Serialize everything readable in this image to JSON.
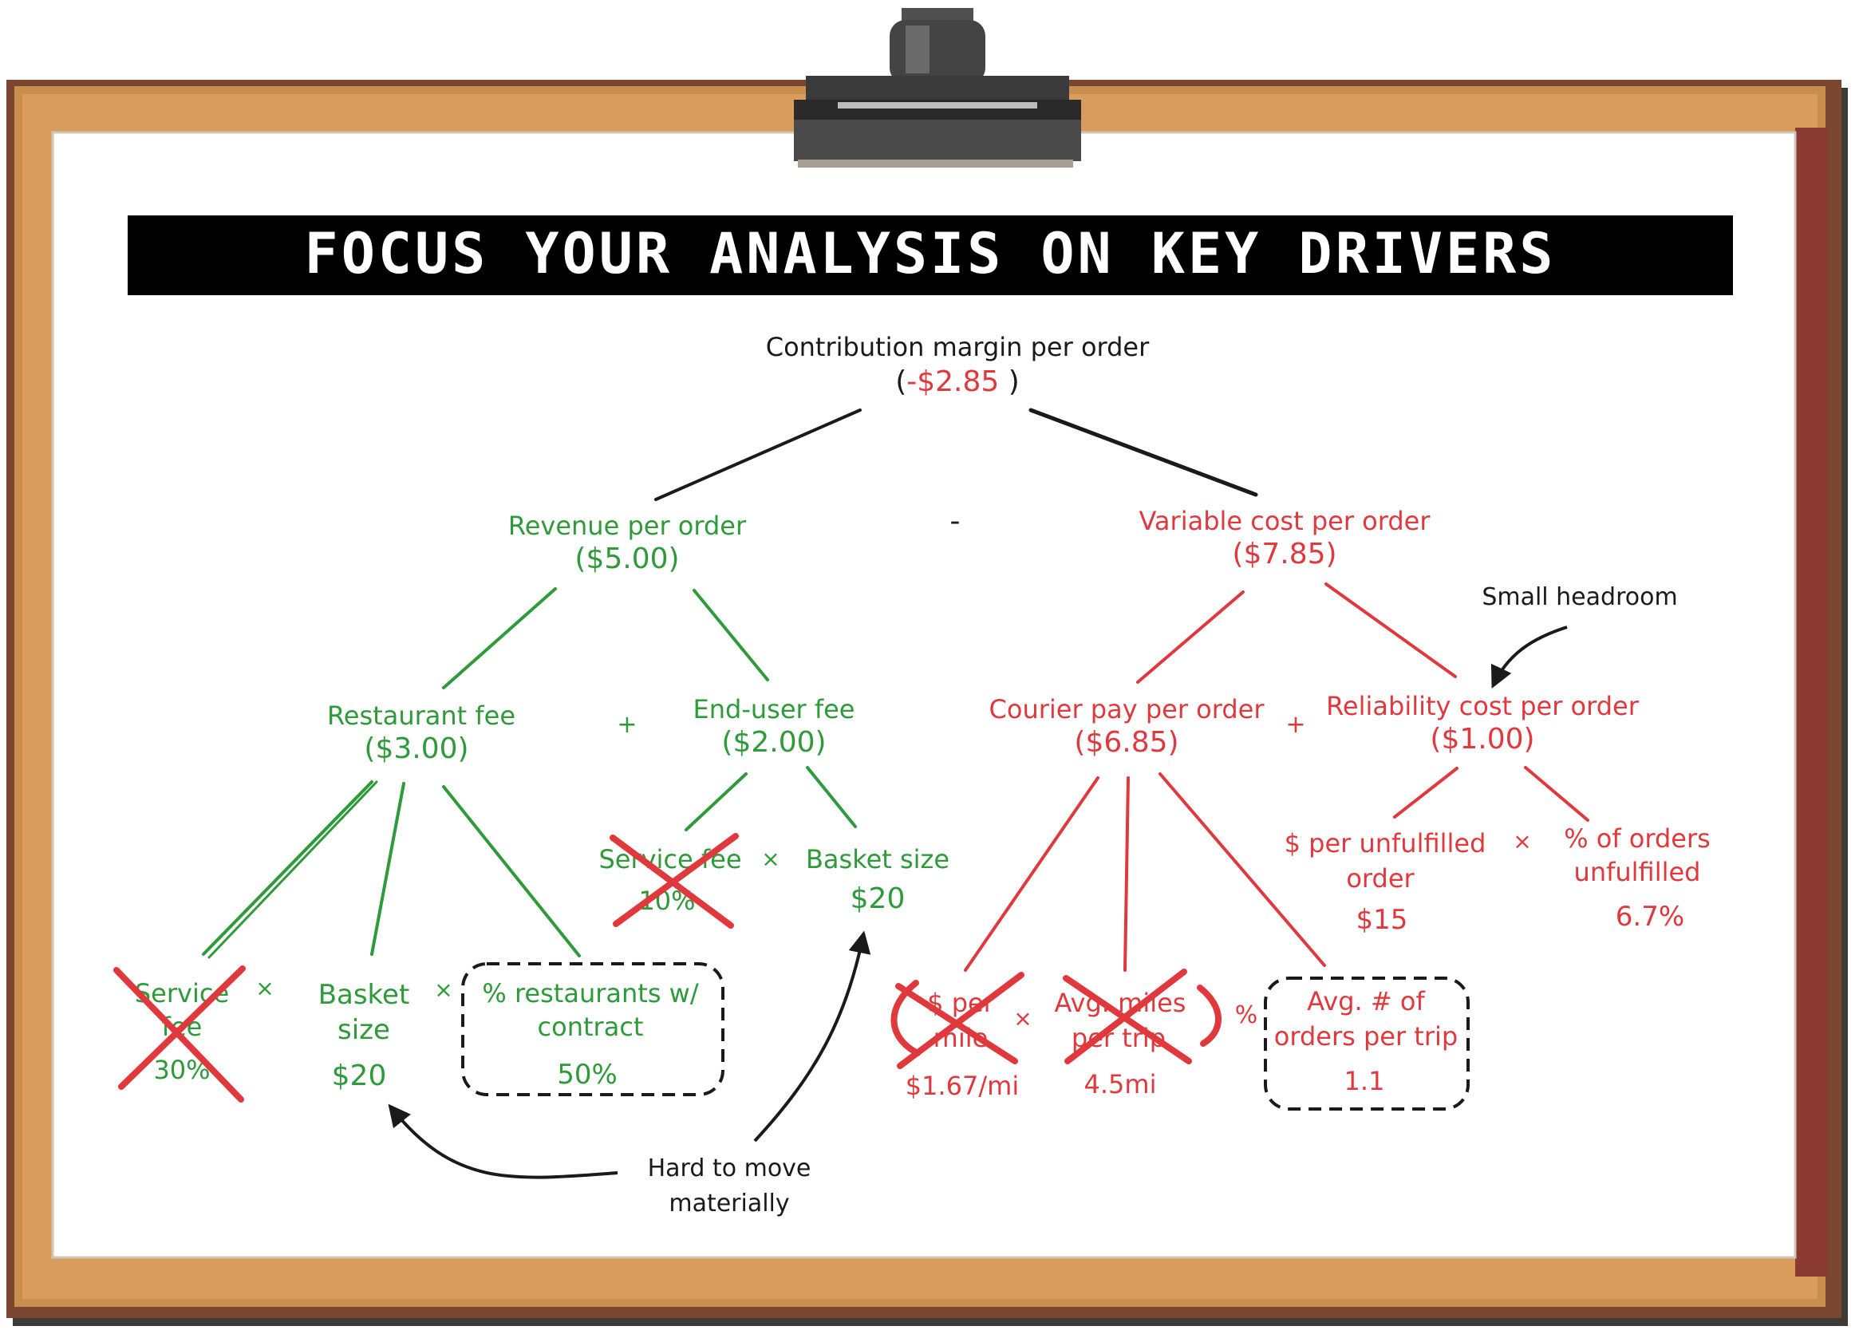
{
  "title": "FOCUS YOUR ANALYSIS ON KEY DRIVERS",
  "colors": {
    "positive": "#2e9a3a",
    "negative": "#e0393d",
    "neutral": "#1a1a1a",
    "board": "#c98d4e",
    "board_dark": "#7a4630",
    "paper": "#ffffff"
  },
  "root": {
    "label": "Contribution margin per order",
    "value_prefix": "(",
    "value": "-$2.85",
    "value_suffix": " )"
  },
  "operators": {
    "root_minus": "-",
    "revenue_plus": "+",
    "cost_plus": "+"
  },
  "revenue": {
    "label": "Revenue per order",
    "value": "($5.00)",
    "restaurant_fee": {
      "label": "Restaurant fee",
      "value": "($3.00)",
      "service_fee": {
        "line1": "Service",
        "line2": "fee",
        "value": "30%"
      },
      "times1": "×",
      "basket_size": {
        "line1": "Basket",
        "line2": "size",
        "value": "$20"
      },
      "times2": "×",
      "pct_contract": {
        "line1": "% restaurants w/",
        "line2": "contract",
        "value": "50%"
      }
    },
    "end_user_fee": {
      "label": "End-user fee",
      "value": "($2.00)",
      "service_fee": {
        "label": "Service fee",
        "value": "10%"
      },
      "times": "×",
      "basket_size": {
        "label": "Basket size",
        "value": "$20"
      }
    }
  },
  "cost": {
    "label": "Variable cost per order",
    "value": "($7.85)",
    "courier_pay": {
      "label": "Courier pay per order",
      "value": "($6.85)",
      "per_mile": {
        "line1": "$ per",
        "line2": "mile",
        "value": "$1.67/mi"
      },
      "times": "×",
      "avg_miles": {
        "line1": "Avg. miles",
        "line2": "per trip",
        "value": "4.5mi"
      },
      "divide": "%",
      "orders_per_trip": {
        "line1": "Avg. # of",
        "line2": "orders per trip",
        "value": "1.1"
      }
    },
    "reliability": {
      "label": "Reliability cost per order",
      "value": "($1.00)",
      "per_unfulfilled": {
        "line1": "$ per unfulfilled",
        "line2": "order",
        "value": "$15"
      },
      "times": "×",
      "pct_unfulfilled": {
        "line1": "% of orders",
        "line2": "unfulfilled",
        "value": "6.7%"
      }
    }
  },
  "annotations": {
    "small_headroom": "Small headroom",
    "hard_to_move": {
      "line1": "Hard to move",
      "line2": "materially"
    }
  }
}
